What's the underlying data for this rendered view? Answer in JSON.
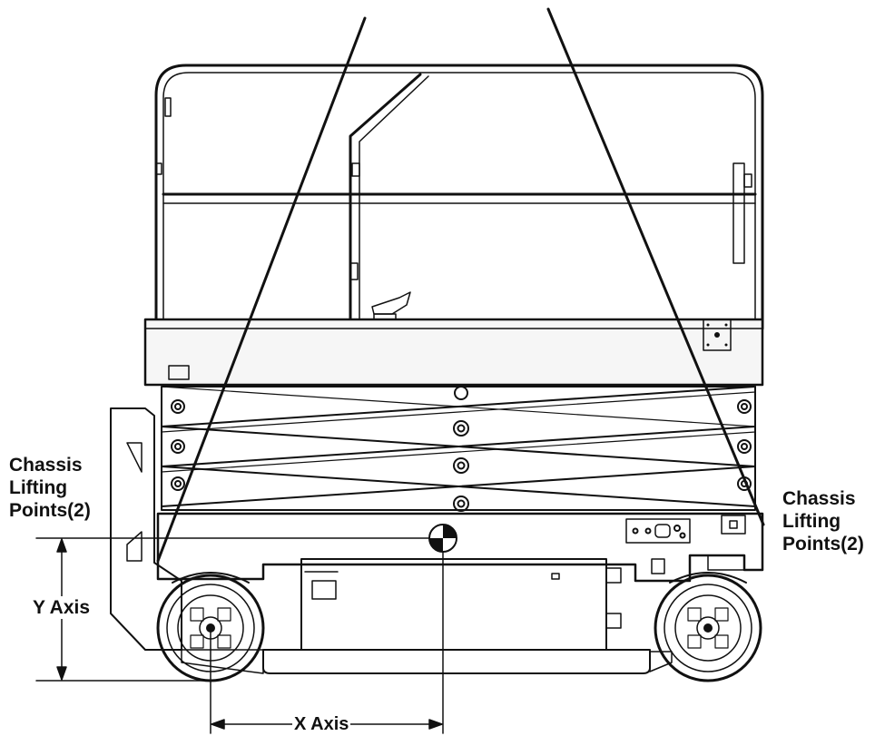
{
  "labels": {
    "left_lifting_points": [
      "Chassis",
      "Lifting",
      "Points(2)"
    ],
    "right_lifting_points": [
      "Chassis",
      "Lifting",
      "Points(2)"
    ],
    "y_axis": "Y Axis",
    "x_axis": "X Axis"
  },
  "colors": {
    "line": "#111111",
    "background": "#ffffff",
    "fill_light": "#f4f4f4"
  },
  "icons": [
    "center-of-gravity-icon"
  ]
}
